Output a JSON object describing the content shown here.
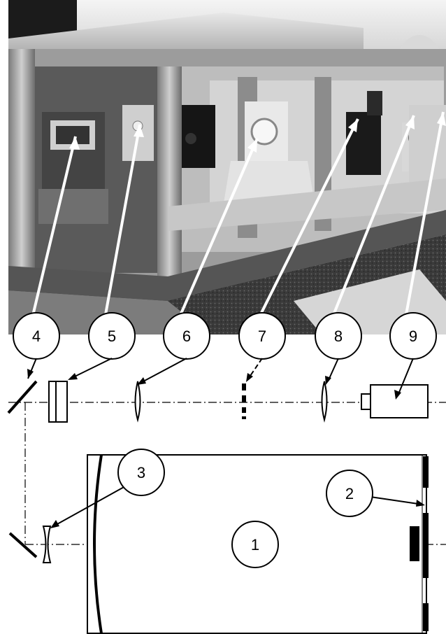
{
  "photo": {
    "description_hidden": "",
    "callouts": [
      {
        "id": "4",
        "label": "4"
      },
      {
        "id": "5",
        "label": "5"
      },
      {
        "id": "6",
        "label": "6"
      },
      {
        "id": "7",
        "label": "7"
      },
      {
        "id": "8",
        "label": "8"
      },
      {
        "id": "9",
        "label": "9"
      }
    ]
  },
  "diagram": {
    "labels": [
      {
        "id": "1",
        "label": "1"
      },
      {
        "id": "2",
        "label": "2"
      },
      {
        "id": "3",
        "label": "3"
      }
    ]
  },
  "colors": {
    "ink": "#000000",
    "paper": "#ffffff",
    "photo_dark": "#222222",
    "photo_metal": "#b8b8b8",
    "photo_light": "#e6e6e6"
  }
}
